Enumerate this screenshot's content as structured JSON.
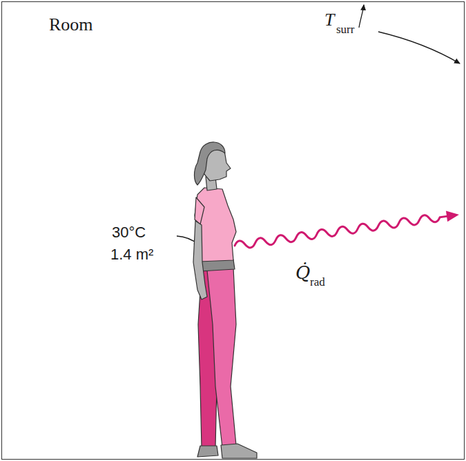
{
  "diagram": {
    "nodes": [
      {
        "text": [
          "Room"
        ]
      }
    ],
    "labels": [
      "T",
      "surr",
      "30°C",
      "1.4 m²",
      "Q̇",
      "rad"
    ]
  }
}
